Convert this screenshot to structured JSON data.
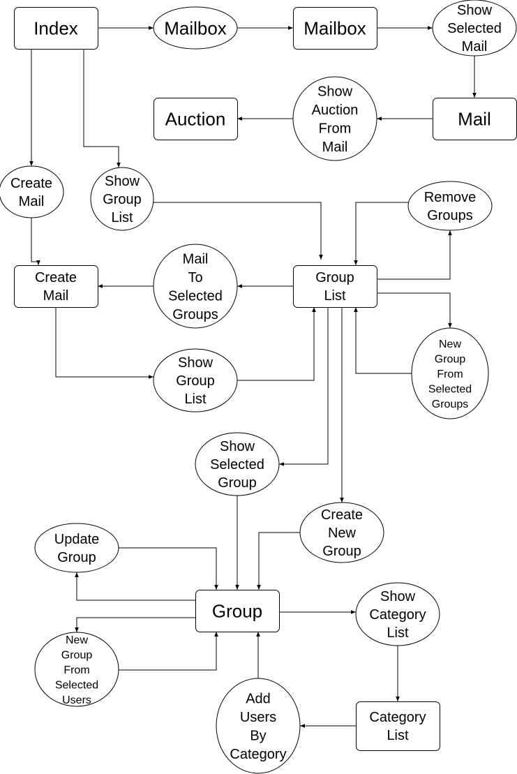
{
  "nodes": {
    "index": {
      "kind": "page",
      "label": [
        "Index"
      ]
    },
    "mailbox_action": {
      "kind": "action",
      "label": [
        "Mailbox"
      ]
    },
    "mailbox_page": {
      "kind": "page",
      "label": [
        "Mailbox"
      ]
    },
    "show_selected_mail": {
      "kind": "action",
      "label": [
        "Show",
        "Selected",
        "Mail"
      ]
    },
    "mail_page": {
      "kind": "page",
      "label": [
        "Mail"
      ]
    },
    "show_auction_from_mail": {
      "kind": "action",
      "label": [
        "Show",
        "Auction",
        "From",
        "Mail"
      ]
    },
    "auction_page": {
      "kind": "page",
      "label": [
        "Auction"
      ]
    },
    "create_mail_action": {
      "kind": "action",
      "label": [
        "Create",
        "Mail"
      ]
    },
    "show_group_list_action_1": {
      "kind": "action",
      "label": [
        "Show",
        "Group",
        "List"
      ]
    },
    "remove_groups": {
      "kind": "action",
      "label": [
        "Remove",
        "Groups"
      ]
    },
    "create_mail_page": {
      "kind": "page",
      "label": [
        "Create",
        "Mail"
      ]
    },
    "mail_to_selected_groups": {
      "kind": "action",
      "label": [
        "Mail",
        "To",
        "Selected",
        "Groups"
      ]
    },
    "group_list_page": {
      "kind": "page",
      "label": [
        "Group",
        "List"
      ]
    },
    "new_group_from_selected_groups": {
      "kind": "action",
      "label": [
        "New",
        "Group",
        "From",
        "Selected",
        "Groups"
      ]
    },
    "show_group_list_action_2": {
      "kind": "action",
      "label": [
        "Show",
        "Group",
        "List"
      ]
    },
    "show_selected_group": {
      "kind": "action",
      "label": [
        "Show",
        "Selected",
        "Group"
      ]
    },
    "create_new_group": {
      "kind": "action",
      "label": [
        "Create",
        "New",
        "Group"
      ]
    },
    "update_group": {
      "kind": "action",
      "label": [
        "Update",
        "Group"
      ]
    },
    "group_page": {
      "kind": "page",
      "label": [
        "Group"
      ]
    },
    "show_category_list": {
      "kind": "action",
      "label": [
        "Show",
        "Category",
        "List"
      ]
    },
    "new_group_from_selected_users": {
      "kind": "action",
      "label": [
        "New",
        "Group",
        "From",
        "Selected",
        "Users"
      ]
    },
    "add_users_by_category": {
      "kind": "action",
      "label": [
        "Add",
        "Users",
        "By",
        "Category"
      ]
    },
    "category_list_page": {
      "kind": "page",
      "label": [
        "Category",
        "List"
      ]
    }
  },
  "edges": [
    {
      "from": "index",
      "to": "mailbox_action"
    },
    {
      "from": "mailbox_action",
      "to": "mailbox_page"
    },
    {
      "from": "mailbox_page",
      "to": "show_selected_mail"
    },
    {
      "from": "show_selected_mail",
      "to": "mail_page"
    },
    {
      "from": "mail_page",
      "to": "show_auction_from_mail"
    },
    {
      "from": "show_auction_from_mail",
      "to": "auction_page"
    },
    {
      "from": "index",
      "to": "create_mail_action"
    },
    {
      "from": "index",
      "to": "show_group_list_action_1"
    },
    {
      "from": "create_mail_action",
      "to": "create_mail_page"
    },
    {
      "from": "show_group_list_action_1",
      "to": "group_list_page"
    },
    {
      "from": "remove_groups",
      "to": "group_list_page"
    },
    {
      "from": "group_list_page",
      "to": "remove_groups"
    },
    {
      "from": "group_list_page",
      "to": "mail_to_selected_groups"
    },
    {
      "from": "mail_to_selected_groups",
      "to": "create_mail_page"
    },
    {
      "from": "group_list_page",
      "to": "new_group_from_selected_groups"
    },
    {
      "from": "new_group_from_selected_groups",
      "to": "group_list_page"
    },
    {
      "from": "create_mail_page",
      "to": "show_group_list_action_2"
    },
    {
      "from": "show_group_list_action_2",
      "to": "group_list_page"
    },
    {
      "from": "group_list_page",
      "to": "show_selected_group"
    },
    {
      "from": "group_list_page",
      "to": "create_new_group"
    },
    {
      "from": "show_selected_group",
      "to": "group_page"
    },
    {
      "from": "create_new_group",
      "to": "group_page"
    },
    {
      "from": "update_group",
      "to": "group_page"
    },
    {
      "from": "group_page",
      "to": "update_group"
    },
    {
      "from": "group_page",
      "to": "show_category_list"
    },
    {
      "from": "group_page",
      "to": "new_group_from_selected_users"
    },
    {
      "from": "new_group_from_selected_users",
      "to": "group_page"
    },
    {
      "from": "show_category_list",
      "to": "category_list_page"
    },
    {
      "from": "category_list_page",
      "to": "add_users_by_category"
    },
    {
      "from": "add_users_by_category",
      "to": "group_page"
    }
  ]
}
